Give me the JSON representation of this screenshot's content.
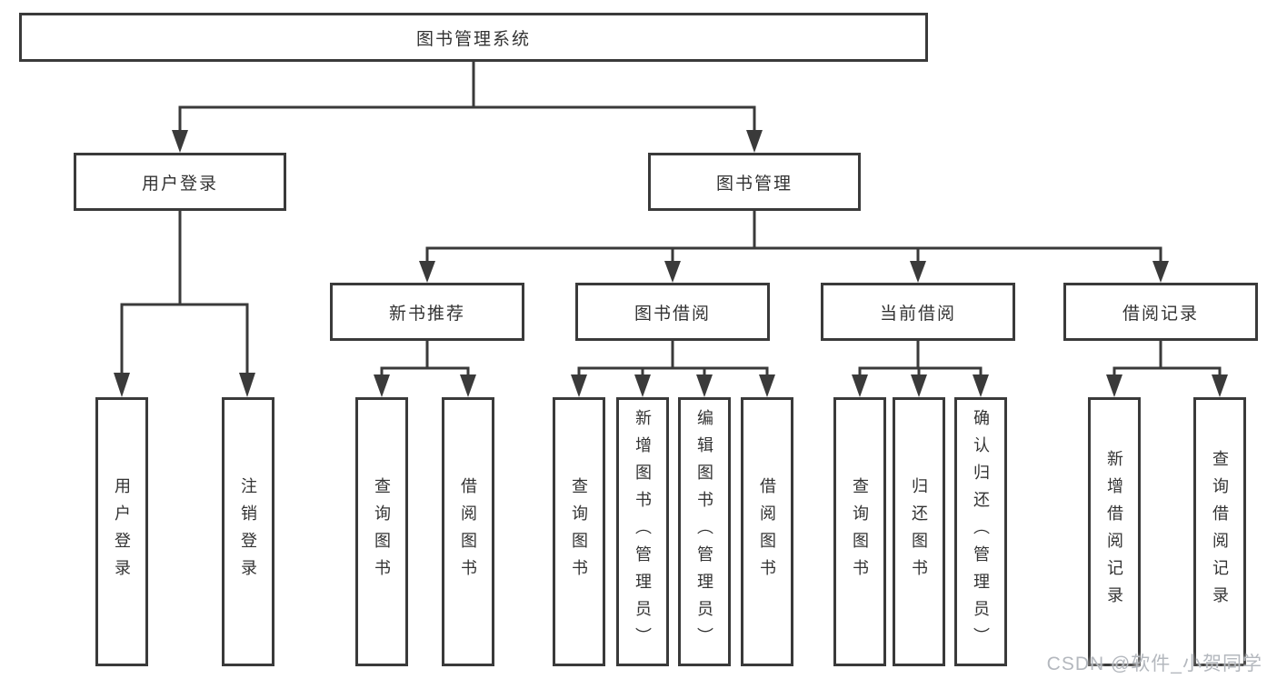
{
  "diagram": {
    "type": "hierarchy-tree",
    "colors": {
      "line": "#3a3a3a",
      "border": "#3a3a3a",
      "text": "#333333",
      "background": "#ffffff",
      "watermark": "#b4b8be"
    },
    "tree": {
      "root": {
        "label": "图书管理系统",
        "children": [
          {
            "label": "用户登录",
            "children": [
              {
                "label": "用户登录"
              },
              {
                "label": "注销登录"
              }
            ]
          },
          {
            "label": "图书管理",
            "children": [
              {
                "label": "新书推荐",
                "children": [
                  {
                    "label": "查询图书"
                  },
                  {
                    "label": "借阅图书"
                  }
                ]
              },
              {
                "label": "图书借阅",
                "children": [
                  {
                    "label": "查询图书"
                  },
                  {
                    "label": "新增图书（管理员）"
                  },
                  {
                    "label": "编辑图书（管理员）"
                  },
                  {
                    "label": "借阅图书"
                  }
                ]
              },
              {
                "label": "当前借阅",
                "children": [
                  {
                    "label": "查询图书"
                  },
                  {
                    "label": "归还图书"
                  },
                  {
                    "label": "确认归还（管理员）"
                  }
                ]
              },
              {
                "label": "借阅记录",
                "children": [
                  {
                    "label": "新增借阅记录"
                  },
                  {
                    "label": "查询借阅记录"
                  }
                ]
              }
            ]
          }
        ]
      }
    }
  },
  "watermark": {
    "text": "CSDN @软件_小贺同学"
  }
}
